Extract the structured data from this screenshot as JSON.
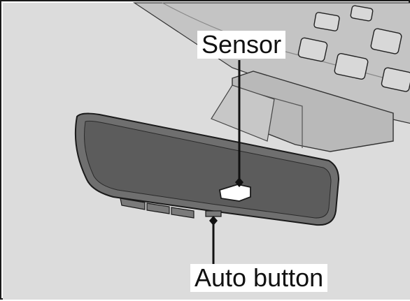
{
  "labels": {
    "sensor": "Sensor",
    "auto_button": "Auto button"
  },
  "colors": {
    "background": "#d9d9d9",
    "headliner": "#c8c8c8",
    "mirror_body": "#6e6e6e",
    "mirror_glass": "#5a5a5a",
    "outline": "#1a1a1a"
  },
  "icons": {
    "sensor_marker": "diamond-marker",
    "button_marker": "diamond-marker"
  }
}
